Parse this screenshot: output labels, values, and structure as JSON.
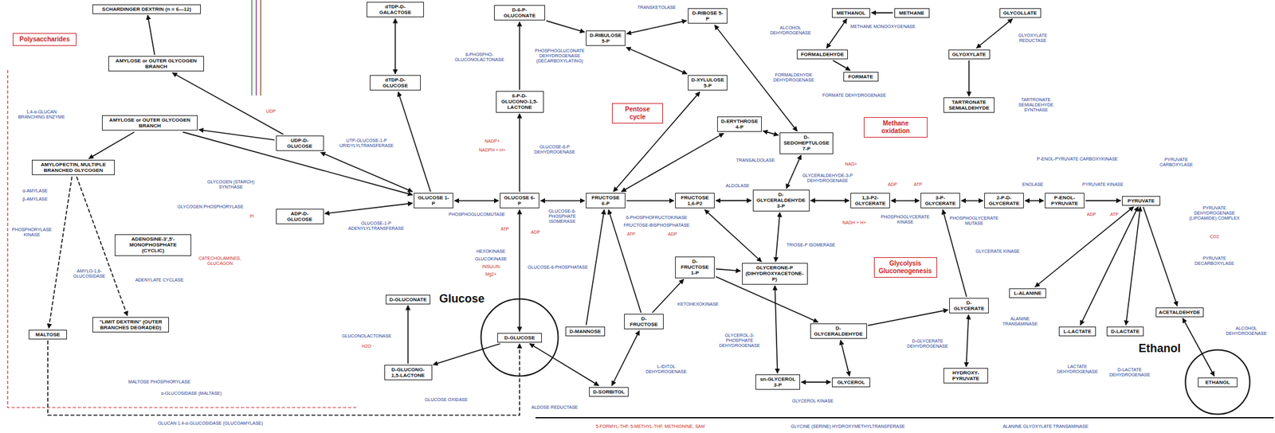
{
  "diagram": {
    "nodes": [
      {
        "text": [
          "SCHARDINGER DEXTRIN (n = 6—12)"
        ]
      },
      {
        "text": [
          "Polysaccharides"
        ]
      },
      {
        "text": [
          "AMYLOSE or OUTER GLYCOGEN BRANCH"
        ]
      },
      {
        "text": [
          "AMYLOSE or OUTER GLYCOGEN BRANCH"
        ]
      },
      {
        "text": [
          "AMYLOPECTIN, MULTIPLE BRANCHED GLYCOGEN"
        ]
      },
      {
        "text": [
          "ADENOSINE-3',5'-MONOPHOSPHATE (CYCLIC)"
        ]
      },
      {
        "text": [
          "MALTOSE"
        ]
      },
      {
        "text": [
          "\"LIMIT DEXTRIN\" (OUTER BRANCHES DEGRADED)"
        ]
      },
      {
        "text": [
          "dTDP-D-GALACTOSE"
        ]
      },
      {
        "text": [
          "dTDP-D-GLUCOSE"
        ]
      },
      {
        "text": [
          "UDP-D-GLUCOSE"
        ]
      },
      {
        "text": [
          "ADP-D-GLUCOSE"
        ]
      },
      {
        "text": [
          "GLUCOSE 1-P"
        ]
      },
      {
        "text": [
          "GLUCOSE 6-P"
        ]
      },
      {
        "text": [
          "D-6-P-GLUCONATE"
        ]
      },
      {
        "text": [
          "6-P-D-GLUCONO-1,5-LACTONE"
        ]
      },
      {
        "text": [
          "D-RIBULOSE 5-P"
        ]
      },
      {
        "text": [
          "D-RIBOSE 5-P"
        ]
      },
      {
        "text": [
          "D-XYLULOSE 5-P"
        ]
      },
      {
        "text": [
          "D-ERYTHROSE 4-P"
        ]
      },
      {
        "text": [
          "D-SEDOHEPTULOSE 7-P"
        ]
      },
      {
        "text": [
          "FRUCTOSE 6-P"
        ]
      },
      {
        "text": [
          "FRUCTOSE 1,6-P2"
        ]
      },
      {
        "text": [
          "D-GLYCERALDEHYDE 3-P"
        ]
      },
      {
        "text": [
          "1,3-P2-GLYCERATE"
        ]
      },
      {
        "text": [
          "3-P-GLYCERATE"
        ]
      },
      {
        "text": [
          "2-P-D-GLYCERATE"
        ]
      },
      {
        "text": [
          "P-ENOL-PYRUVATE"
        ]
      },
      {
        "text": [
          "PYRUVATE"
        ]
      },
      {
        "text": [
          "GLYCERONE-P (DIHYDROXYACETONE-P)"
        ]
      },
      {
        "text": [
          "D-GLYCERALDEHYDE"
        ]
      },
      {
        "text": [
          "GLYCEROL"
        ]
      },
      {
        "text": [
          "D-GLYCERATE"
        ]
      },
      {
        "text": [
          "HYDROXY-PYRUVATE"
        ]
      },
      {
        "text": [
          "L-ALANINE"
        ]
      },
      {
        "text": [
          "L-LACTATE"
        ]
      },
      {
        "text": [
          "D-LACTATE"
        ]
      },
      {
        "text": [
          "ACETALDEHYDE"
        ]
      },
      {
        "text": [
          "Ethanol"
        ]
      },
      {
        "text": [
          "ETHANOL"
        ],
        "in": 38
      },
      {
        "text": [
          "Glucose"
        ]
      },
      {
        "text": [
          "D-GLUCOSE"
        ],
        "in": 40
      },
      {
        "text": [
          "D-GLUCONATE"
        ]
      },
      {
        "text": [
          "D-GLUCONO-1,5-LACTONE"
        ]
      },
      {
        "text": [
          "D-MANNOSE"
        ]
      },
      {
        "text": [
          "D-FRUCTOSE"
        ]
      },
      {
        "text": [
          "D-SORBITOL"
        ]
      },
      {
        "text": [
          "D-FRUCTOSE 1-P"
        ]
      },
      {
        "text": [
          "sn-GLYCEROL 3-P"
        ]
      },
      {
        "text": [
          "METHANOL"
        ]
      },
      {
        "text": [
          "FORMALDEHYDE"
        ]
      },
      {
        "text": [
          "FORMATE"
        ]
      },
      {
        "text": [
          "METHANE"
        ]
      },
      {
        "text": [
          "GLYOXYLATE"
        ]
      },
      {
        "text": [
          "GLYCOLLATE"
        ]
      },
      {
        "text": [
          "TARTRONATE SEMIALDEHYDE"
        ]
      },
      {
        "text": [
          "Pentose cycle"
        ]
      },
      {
        "text": [
          "Methane oxidation"
        ]
      },
      {
        "text": [
          "Glycolysis Gluconeogenesis"
        ]
      }
    ],
    "edges": [
      {
        "from": 12,
        "to": 13,
        "arrow": "both"
      },
      {
        "from": 13,
        "to": 21,
        "arrow": "both"
      },
      {
        "from": 21,
        "to": 22,
        "arrow": "to"
      },
      {
        "from": 22,
        "to": 23,
        "arrow": "both"
      },
      {
        "from": 22,
        "to": 29,
        "arrow": "both"
      },
      {
        "from": 29,
        "to": 23,
        "arrow": "both"
      },
      {
        "from": 23,
        "to": 24,
        "arrow": "both"
      },
      {
        "from": 24,
        "to": 25,
        "arrow": "both"
      },
      {
        "from": 25,
        "to": 26,
        "arrow": "both"
      },
      {
        "from": 26,
        "to": 27,
        "arrow": "both"
      },
      {
        "from": 27,
        "to": 28,
        "arrow": "to"
      },
      {
        "from": 28,
        "to": 35,
        "arrow": "both"
      },
      {
        "from": 28,
        "to": 36,
        "arrow": "both"
      },
      {
        "from": 28,
        "to": 37,
        "arrow": "to"
      },
      {
        "from": 37,
        "to": 39,
        "arrow": "both"
      },
      {
        "from": 28,
        "to": 34,
        "arrow": "both"
      },
      {
        "from": 13,
        "to": 15,
        "arrow": "to"
      },
      {
        "from": 15,
        "to": 14,
        "arrow": "to"
      },
      {
        "from": 14,
        "to": 16,
        "arrow": "to"
      },
      {
        "from": 16,
        "to": 17,
        "arrow": "both"
      },
      {
        "from": 16,
        "to": 18,
        "arrow": "both"
      },
      {
        "from": 17,
        "to": 20,
        "arrow": "both"
      },
      {
        "from": 20,
        "to": 19,
        "arrow": "both"
      },
      {
        "from": 19,
        "to": 21,
        "arrow": "both"
      },
      {
        "from": 18,
        "to": 21,
        "arrow": "both"
      },
      {
        "from": 20,
        "to": 23,
        "arrow": "both"
      },
      {
        "from": 10,
        "to": 12,
        "arrow": "both"
      },
      {
        "from": 11,
        "to": 12,
        "arrow": "both"
      },
      {
        "from": 10,
        "to": 3,
        "arrow": "to"
      },
      {
        "from": 10,
        "to": 2,
        "arrow": "to"
      },
      {
        "from": 3,
        "to": 12,
        "arrow": "to"
      },
      {
        "from": 3,
        "to": 4,
        "arrow": "to"
      },
      {
        "from": 4,
        "to": 6,
        "arrow": "to"
      },
      {
        "from": 4,
        "to": 7,
        "arrow": "to"
      },
      {
        "from": 6,
        "to": 41,
        "arrow": "to"
      },
      {
        "from": 41,
        "to": 13,
        "arrow": "both"
      },
      {
        "from": 41,
        "to": 43,
        "arrow": "to"
      },
      {
        "from": 43,
        "to": 42,
        "arrow": "to"
      },
      {
        "from": 41,
        "to": 46,
        "arrow": "both"
      },
      {
        "from": 46,
        "to": 45,
        "arrow": "both"
      },
      {
        "from": 45,
        "to": 21,
        "arrow": "to"
      },
      {
        "from": 45,
        "to": 47,
        "arrow": "to"
      },
      {
        "from": 47,
        "to": 29,
        "arrow": "to"
      },
      {
        "from": 47,
        "to": 30,
        "arrow": "to"
      },
      {
        "from": 30,
        "to": 32,
        "arrow": "to"
      },
      {
        "from": 33,
        "to": 32,
        "arrow": "both"
      },
      {
        "from": 32,
        "to": 25,
        "arrow": "to"
      },
      {
        "from": 29,
        "to": 48,
        "arrow": "both"
      },
      {
        "from": 48,
        "to": 31,
        "arrow": "both"
      },
      {
        "from": 30,
        "to": 31,
        "arrow": "both"
      },
      {
        "from": 44,
        "to": 21,
        "arrow": "to"
      },
      {
        "from": 12,
        "to": 9,
        "arrow": "to"
      },
      {
        "from": 9,
        "to": 8,
        "arrow": "both"
      },
      {
        "from": 52,
        "to": 49,
        "arrow": "to"
      },
      {
        "from": 49,
        "to": 50,
        "arrow": "both"
      },
      {
        "from": 50,
        "to": 51,
        "arrow": "to"
      },
      {
        "from": 54,
        "to": 53,
        "arrow": "both"
      },
      {
        "from": 53,
        "to": 55,
        "arrow": "to"
      },
      {
        "from": 2,
        "to": 0,
        "arrow": "to"
      }
    ],
    "labels": [
      "PHOSPHOGLUCOMUTASE",
      "GLUCOSE-6-PHOSPHATE ISOMERASE",
      "6-PHOSPHOFRUCTOKINASE",
      "FRUCTOSE-BISPHOSPHATASE",
      "ALDOLASE",
      "TRIOSE-P ISOMERASE",
      "GLYCERALDEHYDE-3-P DEHYDROGENASE",
      "PHOSPHOGLYCERATE KINASE",
      "PHOSPHOGLYCERATE MUTASE",
      "ENOLASE",
      "PYRUVATE KINASE",
      "P-ENOL-PYRUVATE CARBOXYKINASE",
      "PYRUVATE CARBOXYLASE",
      "PYRUVATE DEHYDROGENASE (LIPOAMIDE) COMPLEX",
      "PYRUVATE DECARBOXYLASE",
      "LACTATE DEHYDROGENASE",
      "D-LACTATE DEHYDROGENASE",
      "ALCOHOL DEHYDROGENASE",
      "ALANINE TRANSAMINASE",
      "D-GLYCERATE DEHYDROGENASE",
      "GLYCERATE KINASE",
      "TRANSKETOLASE",
      "TRANSALDOLASE",
      "GLUCOSE-6-P DEHYDROGENASE",
      "6-PHOSPHO-GLUCONOLACTONASE",
      "PHOSPHOGLUCONATE DEHYDROGENASE (DECARBOXYLATING)",
      "UTP-GLUCOSE-1-P URIDYLYLTRANSFERASE",
      "GLUCOSE-1-P ADENYLYLTRANSFERASE",
      "GLYCOGEN (STARCH) SYNTHASE",
      "GLYCOGEN PHOSPHORYLASE",
      "PHOSPHORYLASE KINASE",
      "ADENYLATE CYCLASE",
      "CATECHOLAMINES, GLUCAGON",
      "1,4-α-GLUCAN BRANCHING ENZYME",
      "α-AMYLASE",
      "β-AMYLASE",
      "AMYLO-1,6-GLUCOSIDASE",
      "MALTOSE PHOSPHORYLASE",
      "α-GLUCOSIDASE (MALTASE)",
      "GLUCAN 1,4-α-GLUCOSIDASE (GLUCOAMYLASE)",
      "HEXOKINASE",
      "GLUCOKINASE",
      "INSULIN",
      "GLUCOSE-6-PHOSPHATASE",
      "GLUCOSE OXIDASE",
      "GLUCONOLACTONASE",
      "ALDOSE REDUCTASE",
      "L-IDITOL DEHYDROGENASE",
      "KETOHEXOKINASE",
      "GLYCEROL-3-PHOSPHATE DEHYDROGENASE",
      "GLYCEROL KINASE",
      "GLYOXYLATE REDUCTASE",
      "TARTRONATE SEMIALDEHYDE SYNTHASE",
      "METHANE MONOOXYGENASE",
      "ALCOHOL DEHYDROGENASE",
      "FORMALDEHYDE DEHYDROGENASE",
      "FORMATE DEHYDROGENASE",
      "ATP",
      "ADP",
      "ATP",
      "ADP",
      "NAD+",
      "NADH + H+",
      "ADP",
      "ATP",
      "ADP",
      "ATP",
      "NADP+",
      "NADPH + H+",
      "H2O",
      "Mg2+",
      "CO2",
      "Pi",
      "UDP",
      "5-FORMYL-THF, 5-METHYL-THF, METHIONINE, SAM",
      "GLYCINE (SERINE) HYDROXYMETHYLTRANSFERASE",
      "ALANINE GLYOXYLATE TRANSAMINASE"
    ]
  }
}
